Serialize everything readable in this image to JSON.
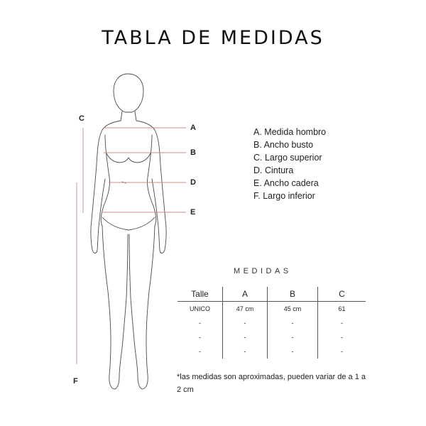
{
  "title": "TABLA DE MEDIDAS",
  "figure_labels": {
    "a": "A",
    "b": "B",
    "c": "C",
    "d": "D",
    "e": "E",
    "f": "F"
  },
  "legend": [
    "A. Medida hombro",
    "B. Ancho busto",
    "C. Largo superior",
    "D. Cintura",
    "E. Ancho cadera",
    "F. Largo inferior"
  ],
  "medidas": {
    "title": "MEDIDAS",
    "headers": [
      "Talle",
      "A",
      "B",
      "C"
    ],
    "rows": [
      [
        "UNICO",
        "47 cm",
        "45 cm",
        "61"
      ],
      [
        "-",
        "-",
        "-",
        "-"
      ],
      [
        "-",
        "-",
        "-",
        "-"
      ],
      [
        "-",
        "-",
        "-",
        "-"
      ]
    ]
  },
  "footnote": "*las medidas son aproximadas, pueden variar de a 1 a 2 cm",
  "colors": {
    "measure_line": "#c98e86",
    "outline": "#4a4a4a"
  }
}
